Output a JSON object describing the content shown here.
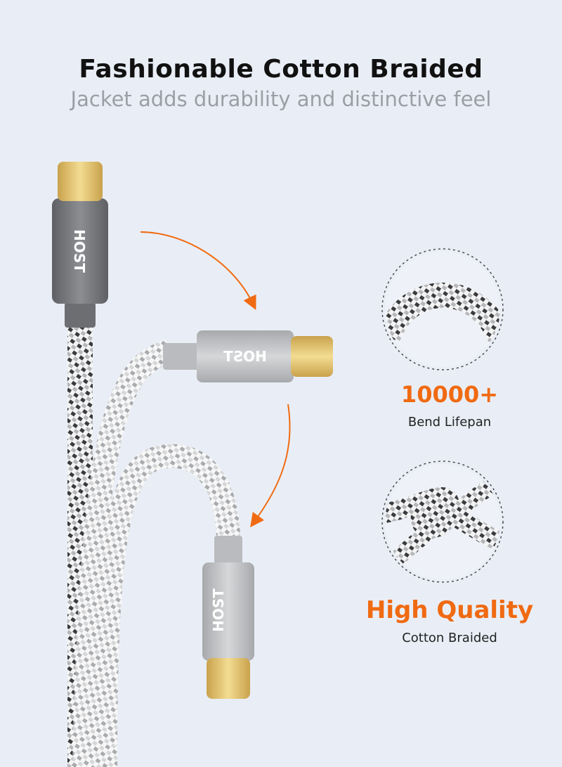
{
  "header": {
    "title": "Fashionable Cotton Braided",
    "subtitle": "Jacket adds durability and distinctive feel"
  },
  "product": {
    "brand_on_connector": "HOST",
    "brand_on_connector_mirrored": "HOST"
  },
  "features": [
    {
      "value": "10000+",
      "label": "Bend Lifepan"
    },
    {
      "value": "High Quality",
      "label": "Cotton Braided"
    }
  ],
  "colors": {
    "background": "#e9eef6",
    "accent": "#f06a12",
    "connector_dark": "#7b7d80",
    "connector_light": "#c9cbce",
    "plug_gold": "#e6c873"
  }
}
